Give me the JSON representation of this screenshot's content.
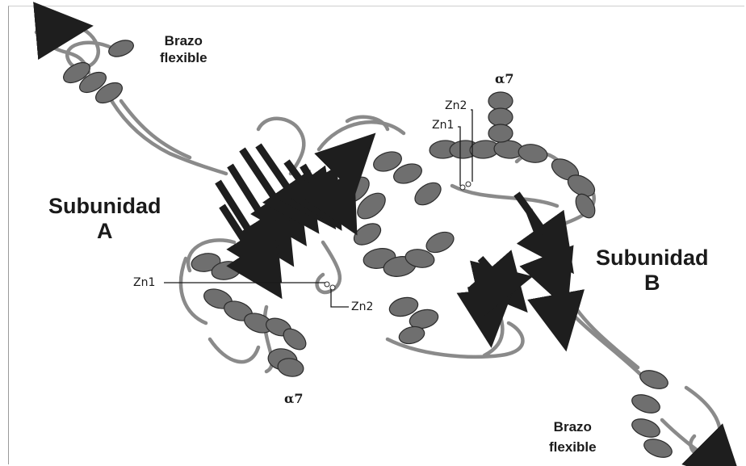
{
  "labels": {
    "subunit_a": {
      "line1": "Subunidad",
      "line2": "A"
    },
    "subunit_b": {
      "line1": "Subunidad",
      "line2": "B"
    },
    "arm_a": {
      "line1": "Brazo",
      "line2": "flexible"
    },
    "arm_b": {
      "line1": "Brazo",
      "line2": "flexible"
    },
    "zn1_a": "Zn1",
    "zn2_a": "Zn2",
    "zn1_b": "Zn1",
    "zn2_b": "Zn2",
    "alpha7_a": "α7",
    "alpha7_b": "α7"
  },
  "colors": {
    "helix": "#6f6f6f",
    "helix_edge": "#2b2b2b",
    "strand": "#1e1e1e",
    "coil": "#8a8a8a",
    "leader": "#1a1a1a"
  }
}
